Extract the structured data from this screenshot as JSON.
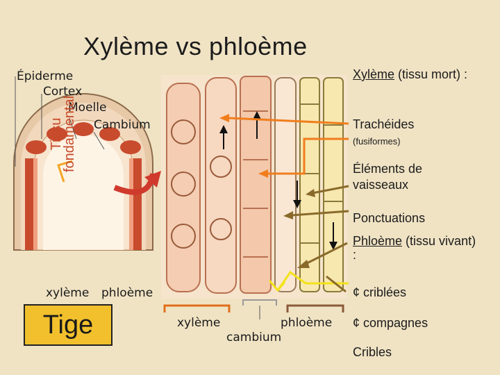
{
  "slide": {
    "title": "Xylème vs phloème",
    "tige_label": "Tige",
    "vertical_label": "Tissu fondamental",
    "stem_labels": {
      "epiderme": "Épiderme",
      "cortex": "Cortex",
      "moelle": "Moelle",
      "cambium": "Cambium",
      "xyleme": "xylème",
      "phloeme": "phloème"
    },
    "bottom_labels": {
      "xyleme": "xylème",
      "cambium": "cambium",
      "phloeme": "phloème"
    },
    "right_list": {
      "xyleme_head": "Xylème",
      "xyleme_tail": " (tissu mort) :",
      "tracheides": "Trachéides",
      "fusiformes": "(fusiformes)",
      "elements": "Éléments de vaisseaux",
      "ponctuations": "Ponctuations",
      "phloeme_head": "Phloème",
      "phloeme_tail": " (tissu vivant) :",
      "criblees": "¢ criblées",
      "compagnes": "¢ compagnes",
      "cribles": "Cribles"
    },
    "colors": {
      "background": "#f0e3c4",
      "arrow_orange": "#f07d1c",
      "arrow_brown": "#8a6a2a",
      "arrow_yellow": "#f4e21a",
      "accent_red": "#d03a2c",
      "tige_fill": "#f2c02c"
    }
  }
}
